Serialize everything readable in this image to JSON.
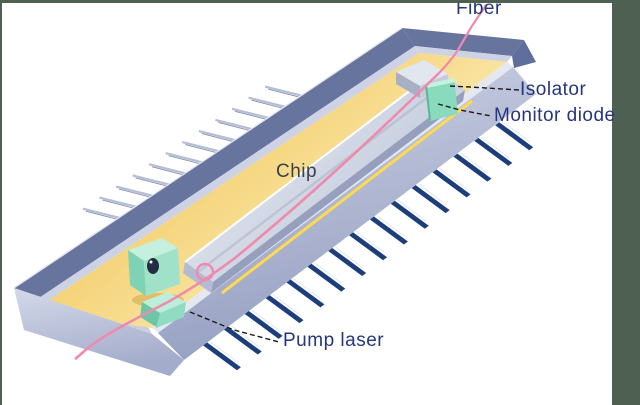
{
  "figure": {
    "labels": {
      "fiber": "Fiber",
      "isolator": "Isolator",
      "monitor_diode": "Monitor diode",
      "chip": "Chip",
      "pump_laser": "Pump laser"
    },
    "colors": {
      "background": "#ffffff",
      "page_border_green": "#4e6052",
      "label_text": "#26357e",
      "chip_label_text": "#3a3f4b",
      "leader_line": "#1a1a1a",
      "package_rim_blue": "#66749e",
      "package_wall_lavender": "#aab3d0",
      "baseplate_gold": "#eec45a",
      "chip_gray": "#cdd3e3",
      "component_teal": "#85d8bc",
      "fiber_pink": "#ef8aae",
      "pin_navy": "#1d3e7c",
      "pin_silver": "#b6bed4"
    }
  }
}
